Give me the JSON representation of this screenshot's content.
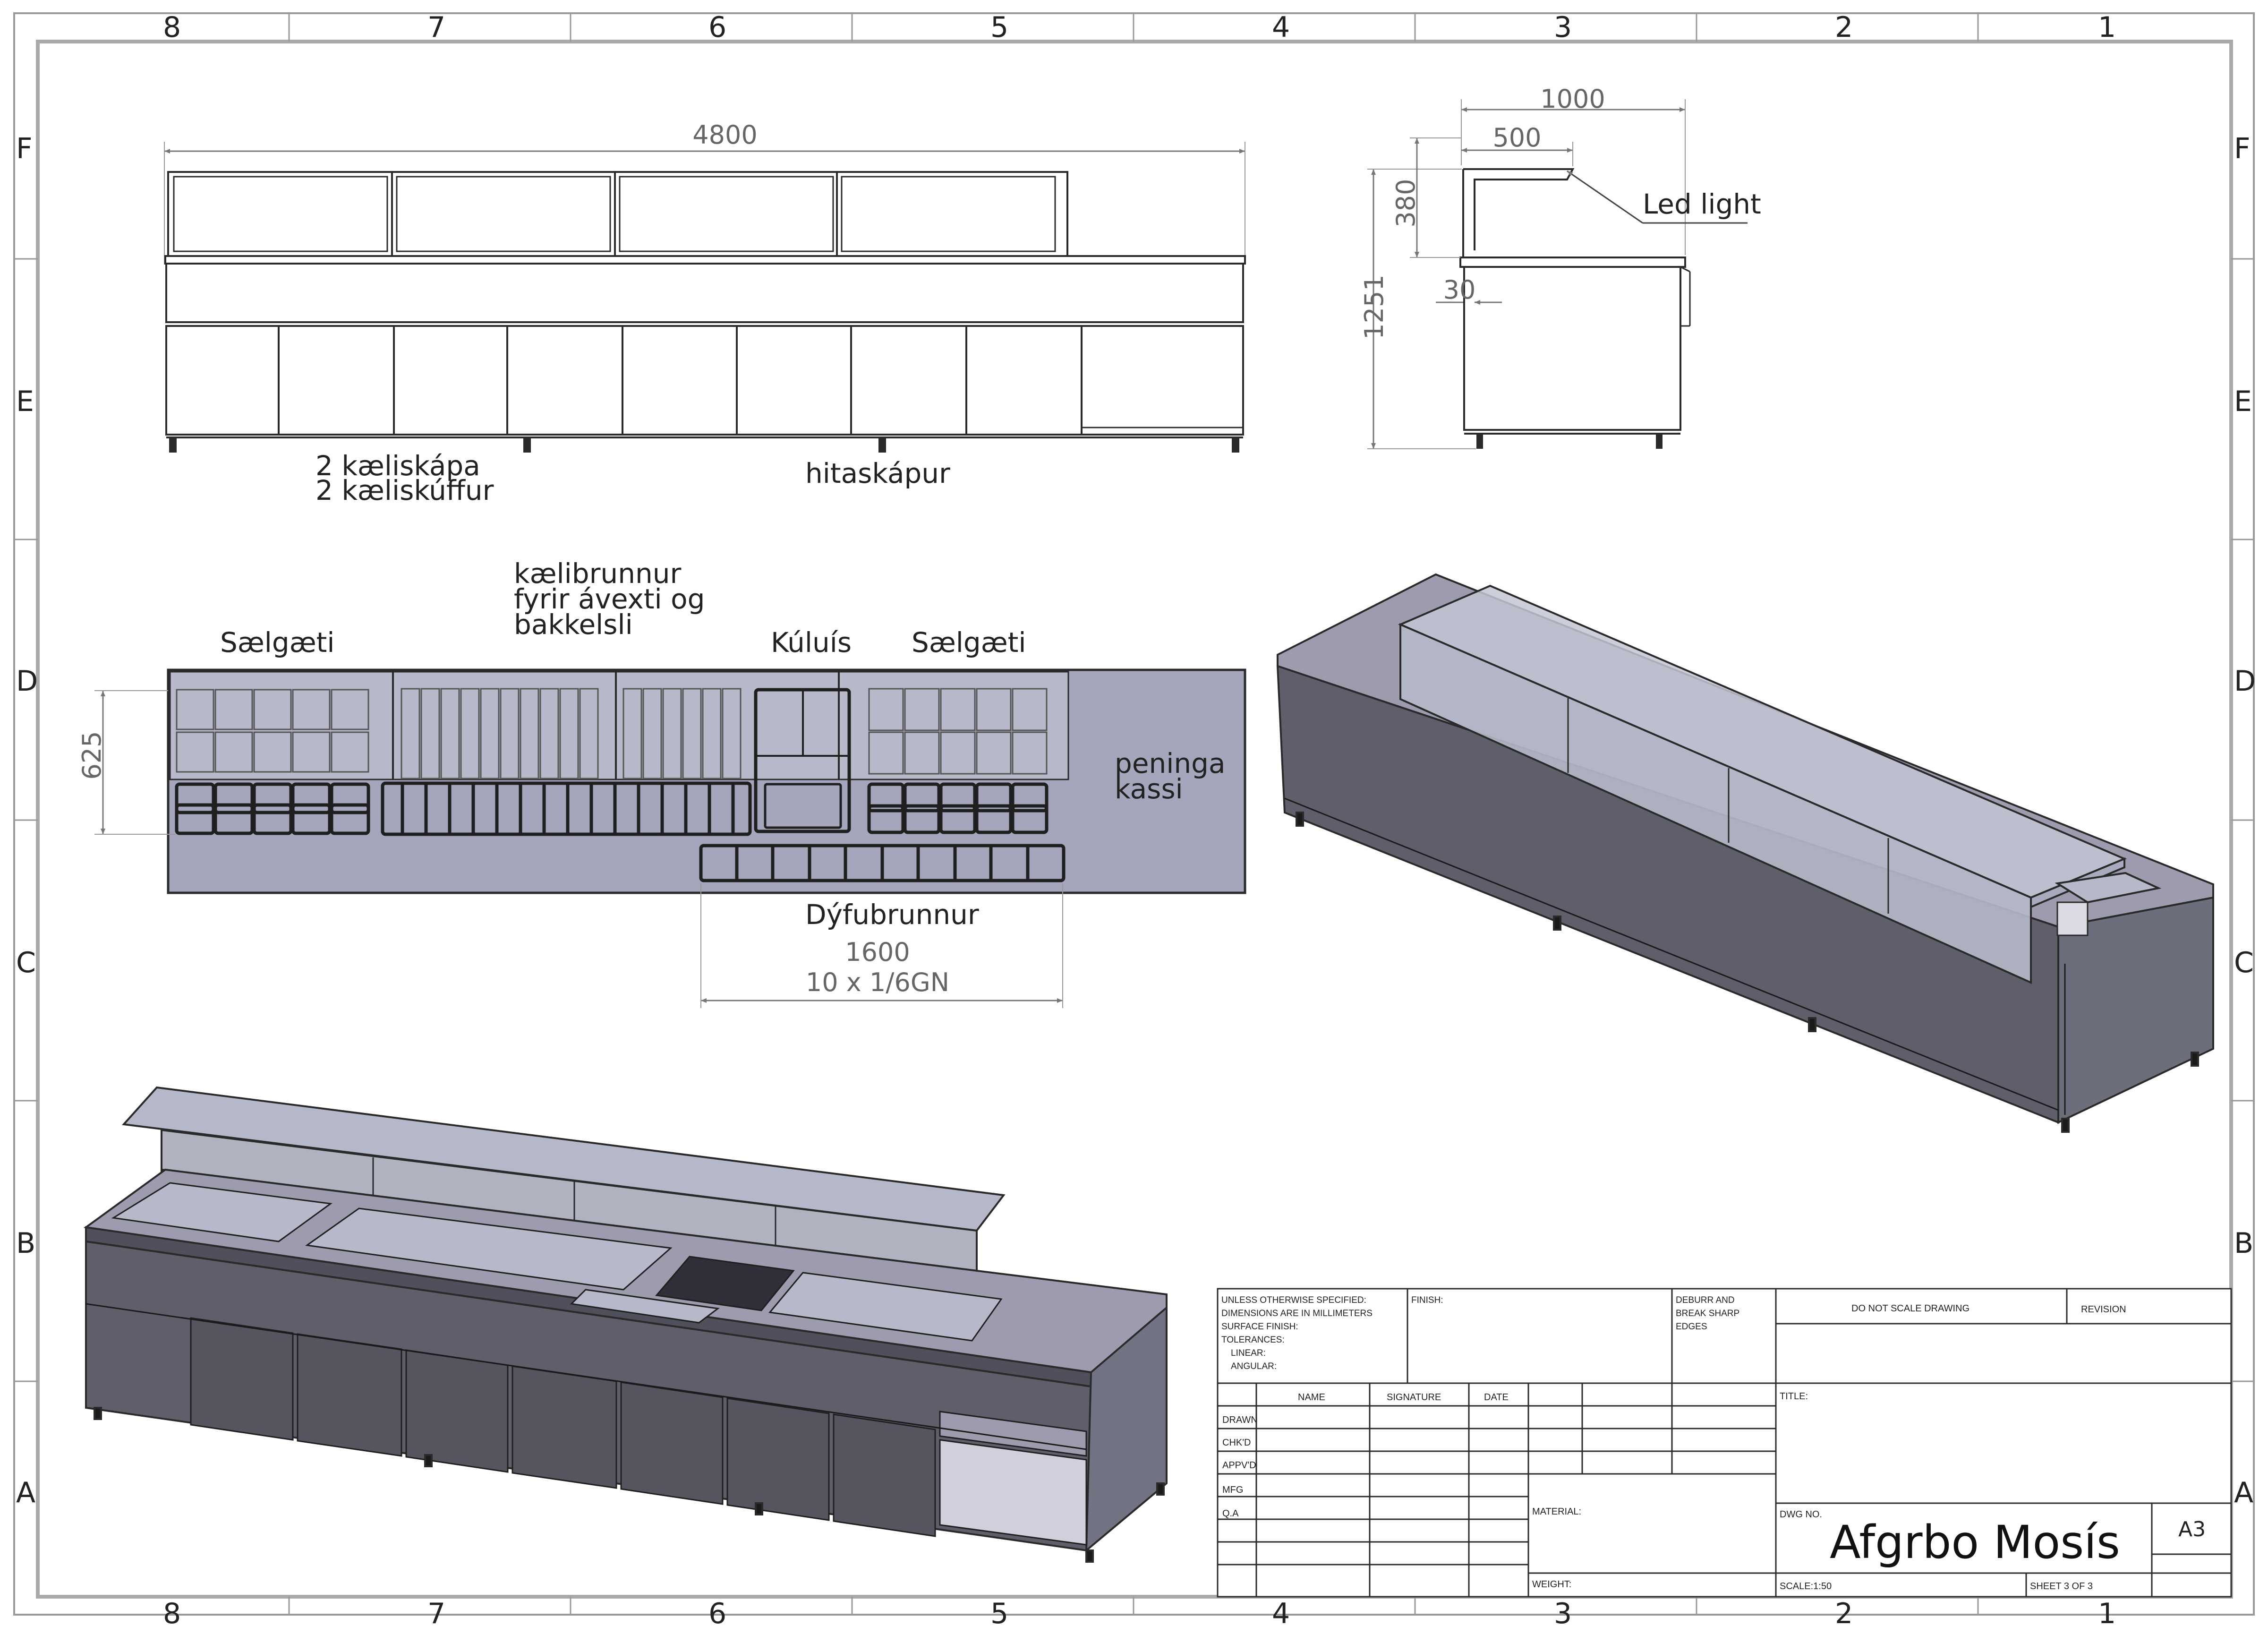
{
  "sheet": {
    "zones_x": [
      "8",
      "7",
      "6",
      "5",
      "4",
      "3",
      "2",
      "1"
    ],
    "zones_y": [
      "F",
      "E",
      "D",
      "C",
      "B",
      "A"
    ]
  },
  "front_view": {
    "dim_length": "4800",
    "label_left_1": "2 kæliskápa",
    "label_left_2": "2 kæliskúffur",
    "label_right": "hitaskápur"
  },
  "side_view": {
    "dim_depth": "1000",
    "dim_shelf": "500",
    "dim_height": "1251",
    "dim_glass": "380",
    "dim_small": "30",
    "led_label": "Led light"
  },
  "top_view": {
    "label_saelgaeti_1": "Sælgæti",
    "label_kaeli_1": "kælibrunnur",
    "label_kaeli_2": "fyrir ávexti og",
    "label_kaeli_3": "bakkelsli",
    "label_kuluis": "Kúluís",
    "label_saelgaeti_2": "Sælgæti",
    "label_peninga_1": "peninga",
    "label_peninga_2": "kassi",
    "dim_625": "625",
    "label_dyfu": "Dýfubrunnur",
    "dim_1600": "1600",
    "dim_gn": "10 x 1/6GN"
  },
  "title_block": {
    "unless": "UNLESS OTHERWISE SPECIFIED:",
    "dimensions": "DIMENSIONS ARE IN MILLIMETERS",
    "surface": "SURFACE FINISH:",
    "tolerances": "TOLERANCES:",
    "linear": "LINEAR:",
    "angular": "ANGULAR:",
    "finish": "FINISH:",
    "deburr_1": "DEBURR AND",
    "deburr_2": "BREAK SHARP",
    "deburr_3": "EDGES",
    "do_not_scale": "DO NOT SCALE DRAWING",
    "revision": "REVISION",
    "name": "NAME",
    "signature": "SIGNATURE",
    "date": "DATE",
    "title_label": "TITLE:",
    "rows": [
      "DRAWN",
      "CHK'D",
      "APPV'D",
      "MFG",
      "Q.A"
    ],
    "material": "MATERIAL:",
    "weight": "WEIGHT:",
    "dwg_no": "DWG NO.",
    "drawing_name": "Afgrbo Mosís",
    "size": "A3",
    "scale": "SCALE:1:50",
    "sheet": "SHEET 3 OF 3"
  },
  "colors": {
    "line": "#2a2a2a",
    "body": "#5e5f6b",
    "top_surface": "#9c9cae",
    "glass": "#c3c6d4",
    "plan_fill": "#a5a6bc"
  }
}
